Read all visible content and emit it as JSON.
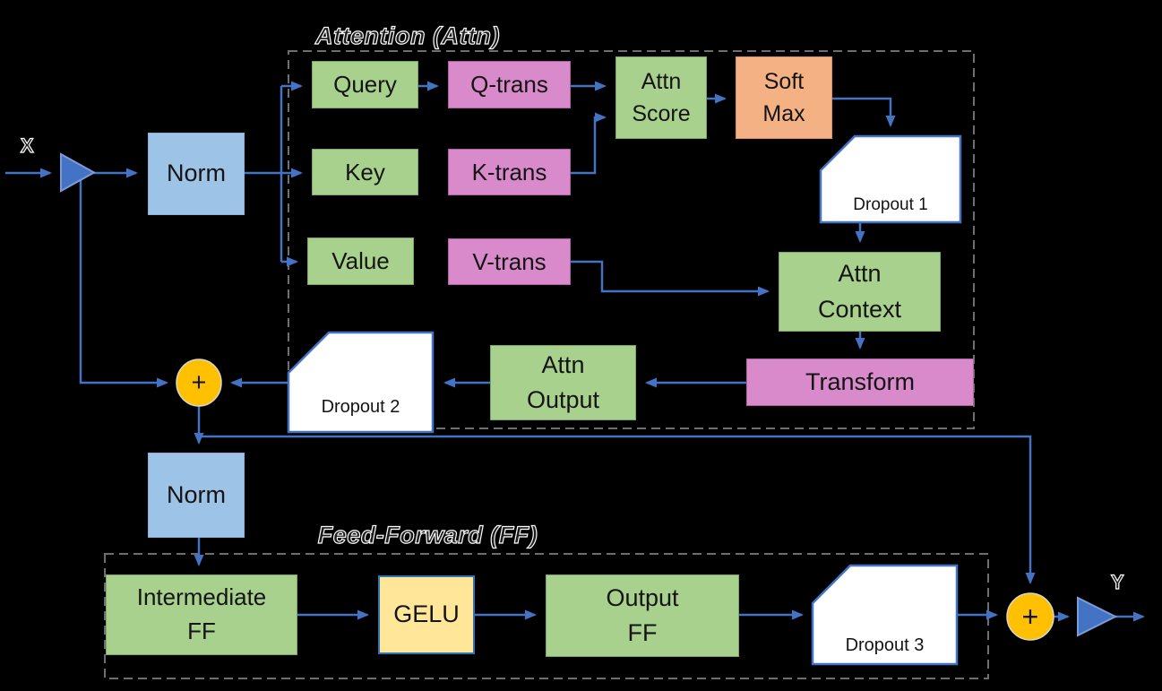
{
  "titles": {
    "attention": "Attention (Attn)",
    "feed_forward": "Feed-Forward (FF)"
  },
  "io": {
    "input": "X",
    "output": "Y"
  },
  "nodes": {
    "norm1": "Norm",
    "query": "Query",
    "q_trans": "Q-trans",
    "key": "Key",
    "k_trans": "K-trans",
    "value": "Value",
    "v_trans": "V-trans",
    "attn_score_line1": "Attn",
    "attn_score_line2": "Score",
    "softmax_line1": "Soft",
    "softmax_line2": "Max",
    "dropout1": "Dropout 1",
    "attn_context_line1": "Attn",
    "attn_context_line2": "Context",
    "transform": "Transform",
    "attn_output_line1": "Attn",
    "attn_output_line2": "Output",
    "dropout2": "Dropout 2",
    "add1": "+",
    "norm2": "Norm",
    "intermediate_ff_line1": "Intermediate",
    "intermediate_ff_line2": "FF",
    "gelu": "GELU",
    "output_ff_line1": "Output",
    "output_ff_line2": "FF",
    "dropout3": "Dropout 3",
    "add2": "+"
  },
  "connections": [
    "X -> Norm",
    "X -> Add1 (residual)",
    "Norm -> Query",
    "Norm -> Key",
    "Norm -> Value",
    "Query -> Q-trans",
    "Key -> K-trans",
    "Value -> V-trans",
    "Q-trans -> Attn Score",
    "K-trans -> Attn Score",
    "Attn Score -> SoftMax",
    "SoftMax -> Dropout 1",
    "Dropout 1 -> Attn Context",
    "V-trans -> Attn Context",
    "Attn Context -> Transform",
    "Transform -> Attn Output",
    "Attn Output -> Dropout 2",
    "Dropout 2 -> Add1",
    "Add1 -> Norm (FF)",
    "Add1 -> Add2 (residual)",
    "Norm (FF) -> Intermediate FF",
    "Intermediate FF -> GELU",
    "GELU -> Output FF",
    "Output FF -> Dropout 3",
    "Dropout 3 -> Add2",
    "Add2 -> Y"
  ],
  "colors": {
    "background": "#000000",
    "green_box": "#A9D18E",
    "pink_box": "#D88ACB",
    "blue_box": "#9DC3E6",
    "orange_box": "#F4B183",
    "yellow_box": "#FFE699",
    "gold_circle": "#FFC000",
    "connector_blue": "#4472C4",
    "dashed_border_gray": "#6E6E6E",
    "card_white": "#FFFFFF",
    "text_black": "#141414"
  }
}
